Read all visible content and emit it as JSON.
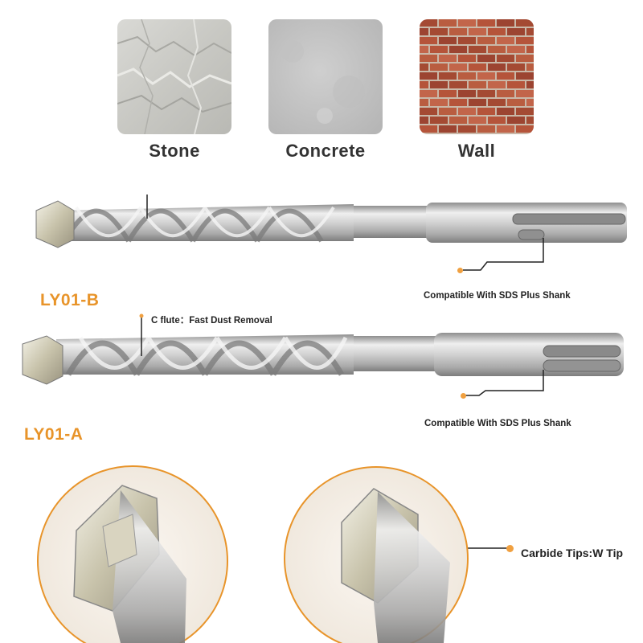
{
  "materials": [
    {
      "label": "Stone"
    },
    {
      "label": "Concrete"
    },
    {
      "label": "Wall"
    }
  ],
  "models": {
    "top": "LY01-B",
    "bottom": "LY01-A"
  },
  "callouts": {
    "shank_top": "Compatible With SDS Plus Shank",
    "shank_bottom": "Compatible With SDS Plus Shank",
    "flute": "C flute：Fast Dust Removal",
    "carbide": "Carbide Tips:W Tip"
  },
  "colors": {
    "accent": "#e8942a",
    "brick": "#b5543a",
    "steel": "#c9c9c9"
  }
}
